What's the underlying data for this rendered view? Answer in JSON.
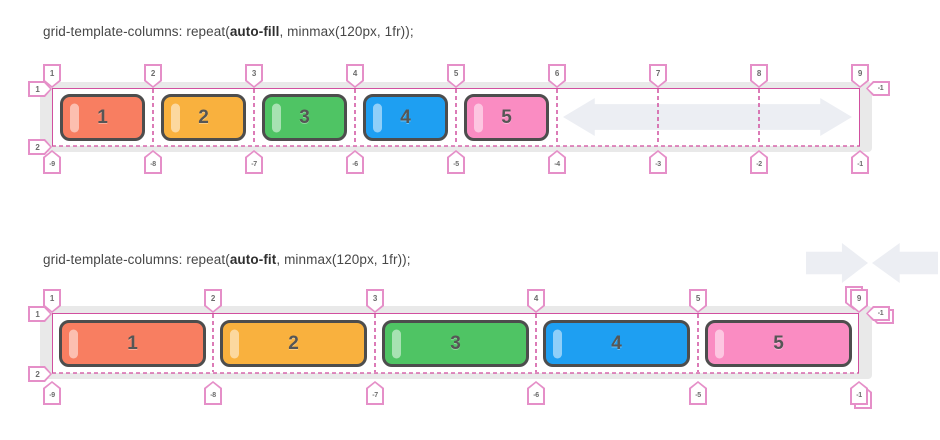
{
  "colors": {
    "grid_line": "#d14f9f",
    "marker_border": "#e58fc8",
    "track_background": "#e9e9e9",
    "arrow_gray": "#eceef3",
    "item_border": "#4d4d4d",
    "item_colors": [
      "#f87e61",
      "#f9b13e",
      "#4fc464",
      "#1e9ff2",
      "#fa8cc2"
    ]
  },
  "sections": [
    {
      "id": "auto-fill",
      "title_prefix": "grid-template-columns: repeat(",
      "title_keyword": "auto-fill",
      "title_suffix": ", minmax(120px, 1fr));",
      "items": [
        "1",
        "2",
        "3",
        "4",
        "5"
      ],
      "top_line_labels": [
        "1",
        "2",
        "3",
        "4",
        "5",
        "6",
        "7",
        "8",
        "9"
      ],
      "bottom_line_labels": [
        "-9",
        "-8",
        "-7",
        "-6",
        "-5",
        "-4",
        "-3",
        "-2",
        "-1"
      ],
      "row_labels": [
        "1",
        "2"
      ],
      "corner_label": "-1",
      "has_empty_track_arrow": true
    },
    {
      "id": "auto-fit",
      "title_prefix": "grid-template-columns: repeat(",
      "title_keyword": "auto-fit",
      "title_suffix": ", minmax(120px, 1fr));",
      "items": [
        "1",
        "2",
        "3",
        "4",
        "5"
      ],
      "top_line_labels": [
        "1",
        "2",
        "3",
        "4",
        "5"
      ],
      "top_stacked_label": "9",
      "bottom_line_labels": [
        "-9",
        "-8",
        "-7",
        "-6",
        "-5"
      ],
      "bottom_stacked_label": "-1",
      "row_labels": [
        "1",
        "2"
      ],
      "corner_label": "-1",
      "has_collapsed_track_arrows": true
    }
  ]
}
